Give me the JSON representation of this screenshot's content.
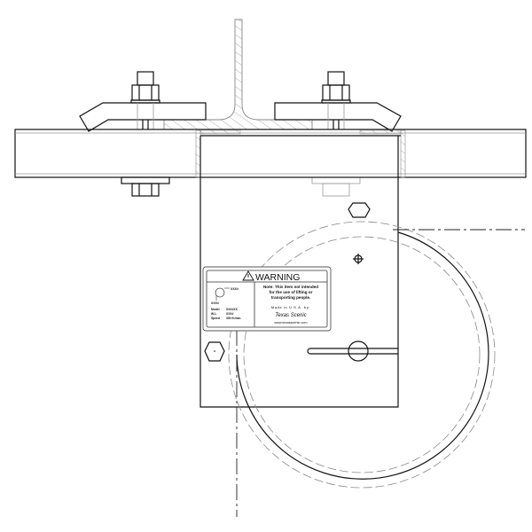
{
  "warning_label": {
    "title": "WARNING",
    "note_lines": [
      "Note: This item not intended",
      "for the use of lifting or",
      "transporting people."
    ],
    "dim_a": "XXX#",
    "dim_b": "XXX#",
    "specs": [
      {
        "key": "Model",
        "value": "XXX#XX"
      },
      {
        "key": "W.L.",
        "value": "XXX#"
      },
      {
        "key": "Speed",
        "value": "300 ft./min."
      }
    ],
    "made_in": "Made in U.S.A. by:",
    "signature": "Texas Scenic",
    "website": "www.texasscenic.com"
  },
  "colors": {
    "line": "#111111",
    "hidden": "#888888",
    "hatch": "#999999"
  }
}
